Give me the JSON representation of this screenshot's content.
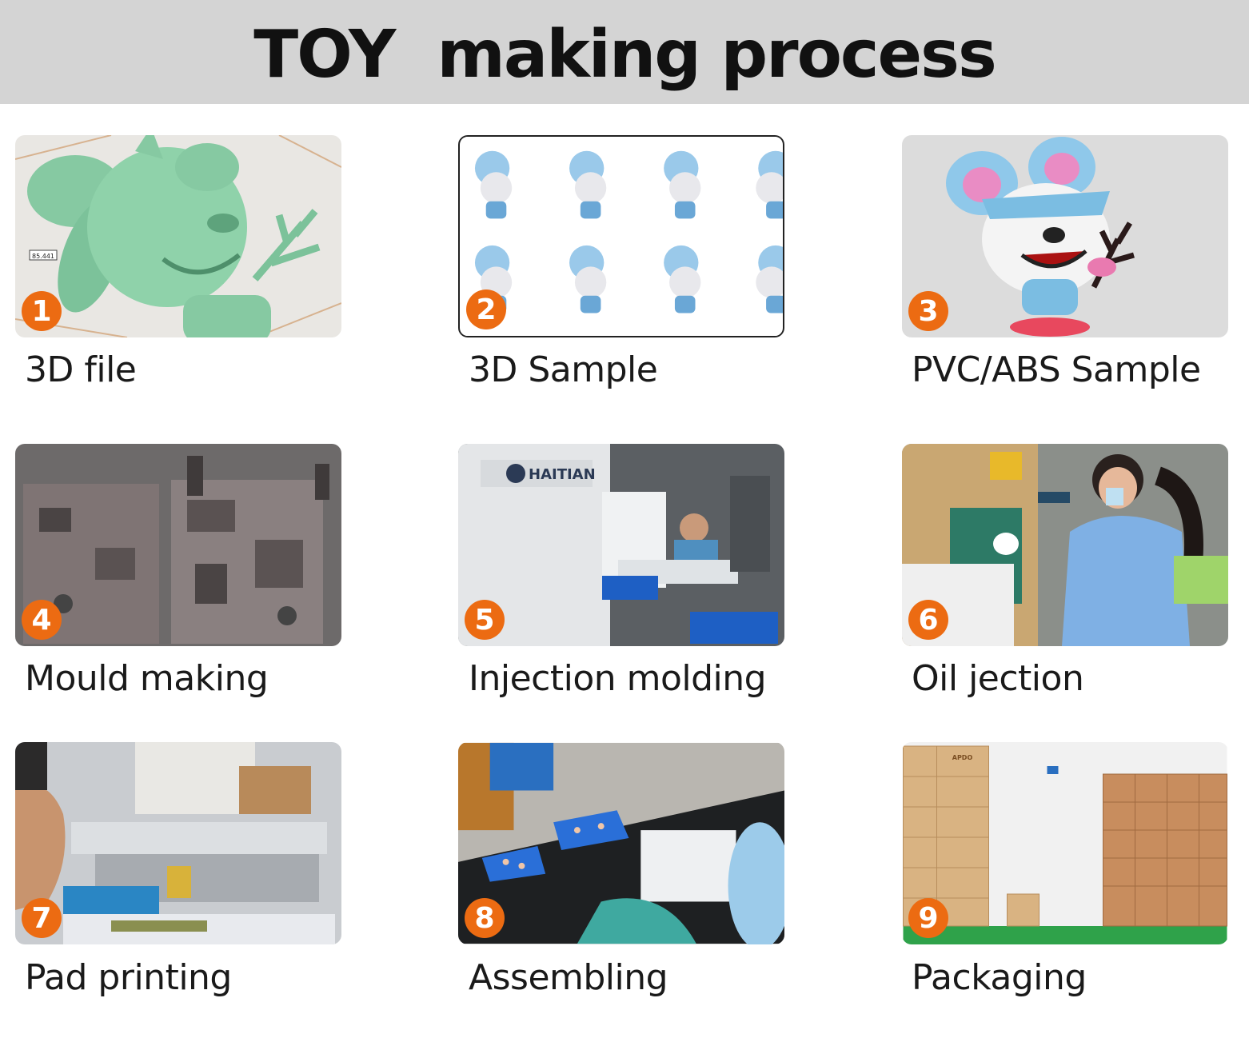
{
  "title": "TOY  making process",
  "steps": [
    {
      "number": "1",
      "label": "3D file"
    },
    {
      "number": "2",
      "label": "3D Sample"
    },
    {
      "number": "3",
      "label": "PVC/ABS Sample"
    },
    {
      "number": "4",
      "label": "Mould making"
    },
    {
      "number": "5",
      "label": "Injection molding"
    },
    {
      "number": "6",
      "label": "Oil jection"
    },
    {
      "number": "7",
      "label": "Pad printing"
    },
    {
      "number": "8",
      "label": "Assembling"
    },
    {
      "number": "9",
      "label": "Packaging"
    }
  ],
  "image_text": {
    "dimension_tag": "85.441",
    "machine_brand": "HAITIAN",
    "box_brand": "APDO"
  },
  "colors": {
    "header_bg": "#d4d4d4",
    "badge": "#ec6b12"
  }
}
